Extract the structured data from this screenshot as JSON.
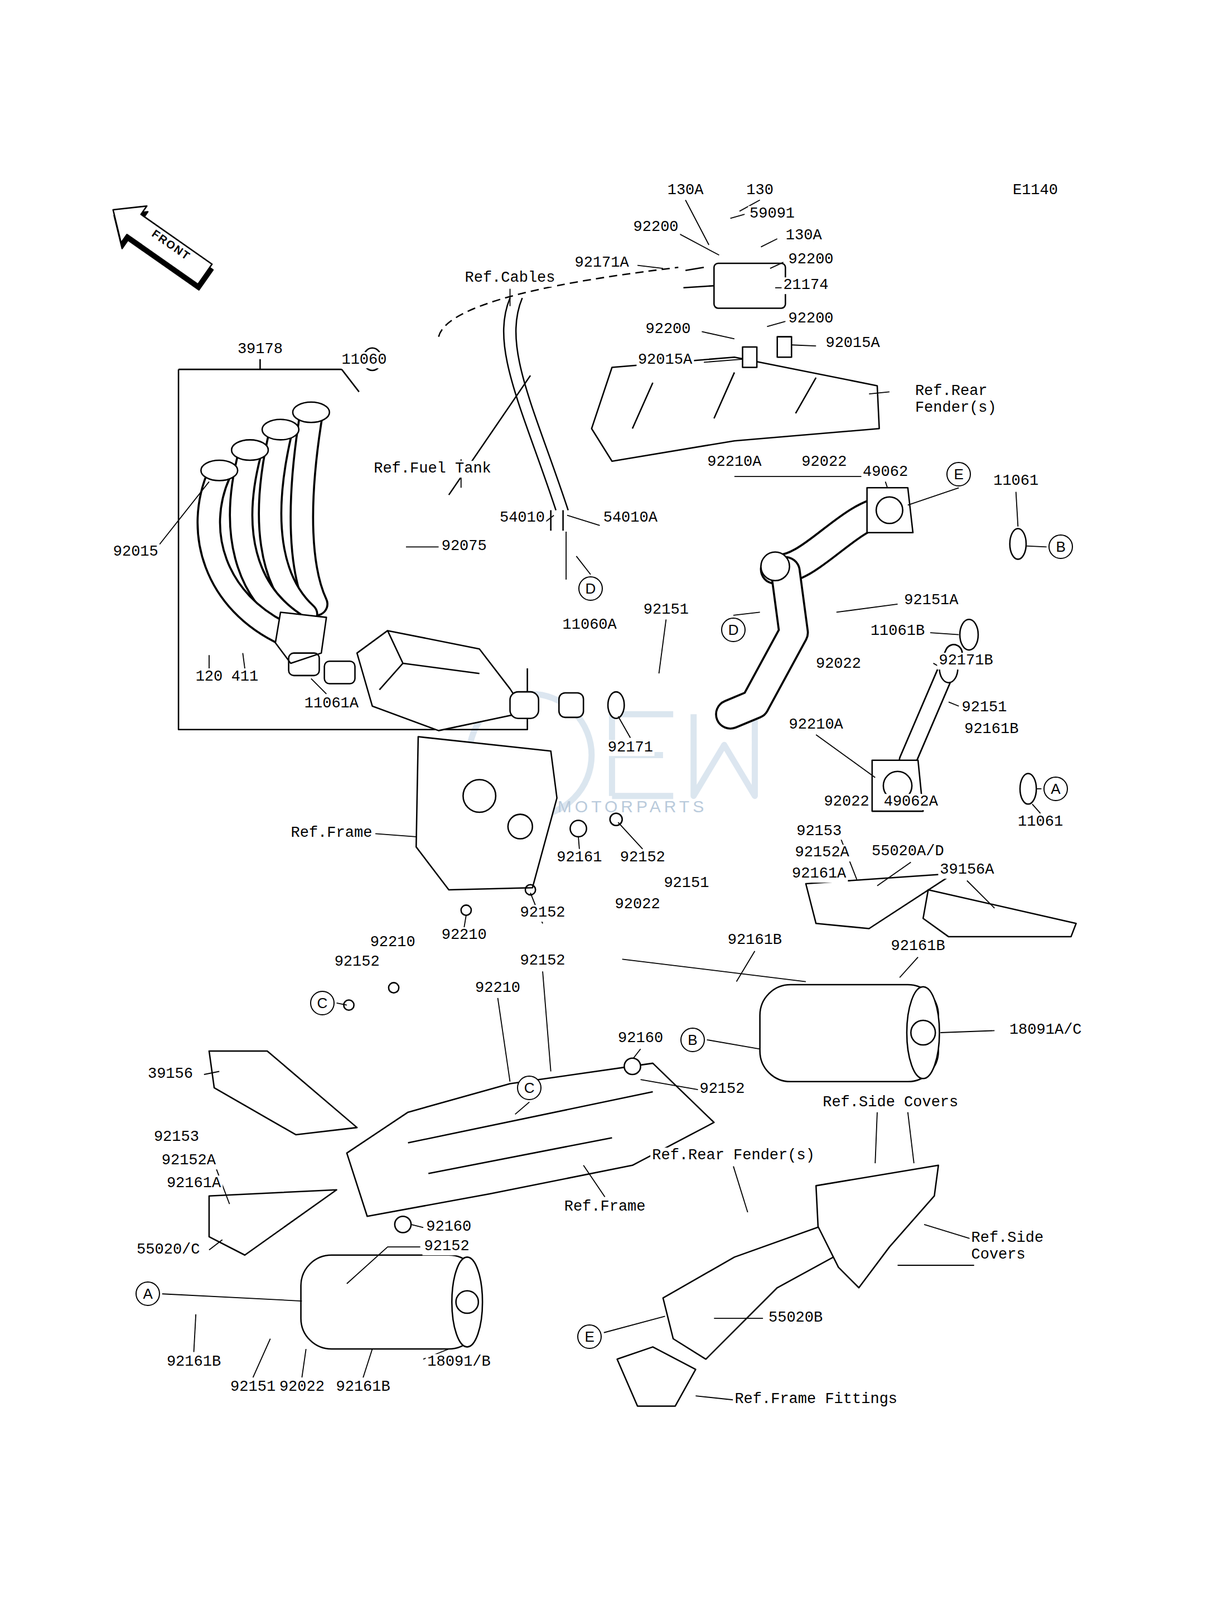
{
  "diagram": {
    "nodes": [
      {
        "text": [
          "E"
        ]
      },
      {
        "text": [
          "B"
        ]
      },
      {
        "text": [
          "D"
        ]
      },
      {
        "text": [
          "D"
        ]
      },
      {
        "text": [
          "A"
        ]
      },
      {
        "text": [
          "C"
        ]
      },
      {
        "text": [
          "B"
        ]
      },
      {
        "text": [
          "C"
        ]
      },
      {
        "text": [
          "A"
        ]
      },
      {
        "text": [
          "E"
        ]
      }
    ],
    "labels": [
      "E1140",
      "FRONT",
      "130A",
      "130",
      "92200",
      "59091",
      "130A",
      "92171A",
      "92200",
      "Ref.Cables",
      "21174",
      "39178",
      "11060",
      "92200",
      "92200",
      "92015A",
      "92015A",
      "Ref.Rear Fender(s)",
      "Ref.Fuel Tank",
      "92210A",
      "92022",
      "49062",
      "11061",
      "54010",
      "54010A",
      "92015",
      "92075",
      "92151",
      "11060A",
      "92151A",
      "11061B",
      "92022",
      "92171B",
      "120",
      "411",
      "11061A",
      "92151",
      "92161B",
      "92171",
      "92210A",
      "92022",
      "49062A",
      "11061",
      "Ref.Frame",
      "92161",
      "92152",
      "92153",
      "92152A",
      "92161A",
      "55020A/D",
      "39156A",
      "92152",
      "92210",
      "92151",
      "92022",
      "92161B",
      "92161B",
      "92210",
      "92152",
      "92152",
      "92210",
      "92160",
      "18091A/C",
      "39156",
      "92152",
      "Ref.Side Covers",
      "92153",
      "92152A",
      "92161A",
      "Ref.Rear Fender(s)",
      "Ref.Frame",
      "92160",
      "55020/C",
      "92152",
      "Ref.Side Covers",
      "55020B",
      "92161B",
      "92151",
      "92022",
      "92161B",
      "18091/B",
      "Ref.Frame Fittings",
      "MOTORPARTS"
    ]
  }
}
